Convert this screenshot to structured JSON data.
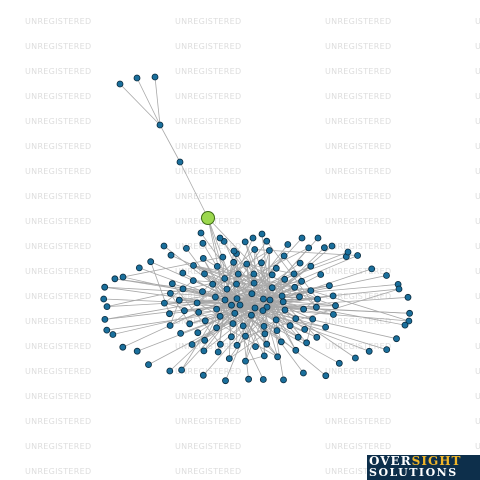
{
  "watermark": {
    "text": "UNREGISTERED",
    "color": "#dddddd"
  },
  "logo": {
    "word1": "OVER",
    "word2": "SIGHT",
    "word3": "SOLUTIONS"
  },
  "colors": {
    "node_fill": "#1a6f9c",
    "node_stroke": "#0a2a3d",
    "focus_fill": "#9cd84e",
    "focus_stroke": "#3d6b14",
    "edge": "#a8a8a8",
    "logo_bg": "#0d2f4b",
    "logo_accent": "#f0b528"
  }
}
